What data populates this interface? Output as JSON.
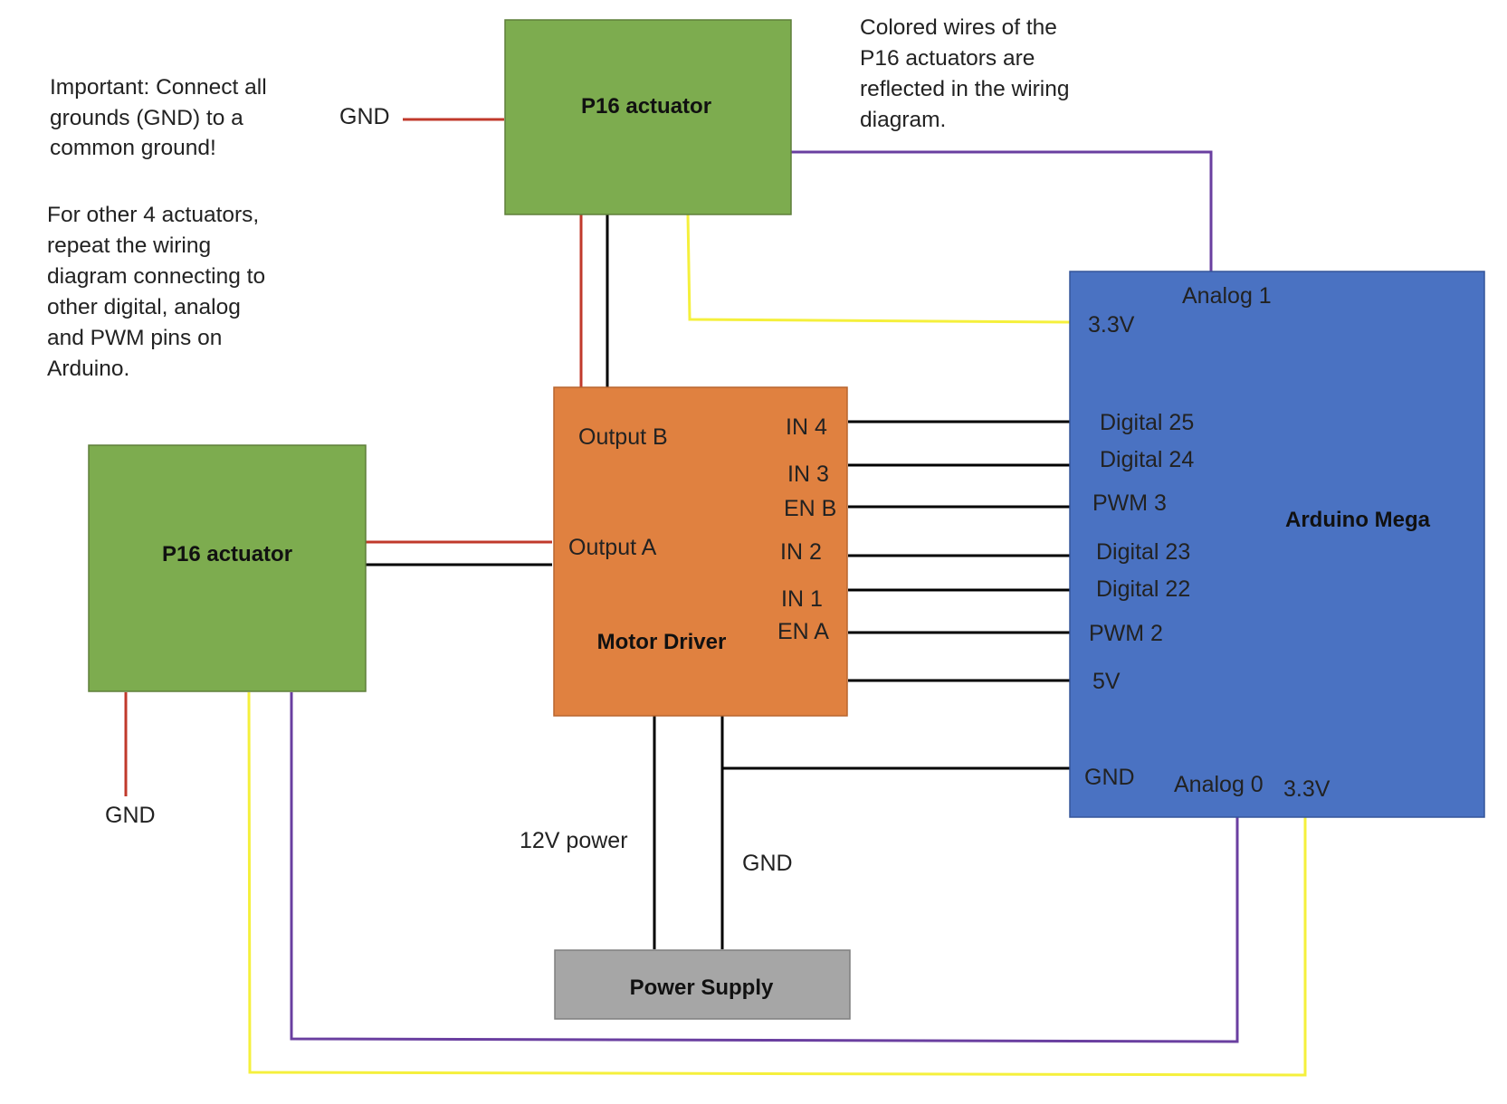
{
  "notes": {
    "important": [
      "Important: Connect all",
      "grounds (GND) to a",
      "common ground!"
    ],
    "repeat": [
      "For other 4 actuators,",
      "repeat the wiring",
      "diagram connecting to",
      "other digital, analog",
      "and PWM pins on",
      "Arduino."
    ],
    "colors": [
      "Colored wires of the",
      "P16 actuators are",
      "reflected in the wiring",
      "diagram."
    ]
  },
  "components": {
    "actuator_top": "P16 actuator",
    "actuator_left": "P16 actuator",
    "motor_driver": "Motor Driver",
    "arduino": "Arduino Mega",
    "power_supply": "Power Supply"
  },
  "motor_driver_pins": {
    "output_b": "Output B",
    "output_a": "Output A",
    "in4": "IN 4",
    "in3": "IN 3",
    "en_b": "EN B",
    "in2": "IN 2",
    "in1": "IN 1",
    "en_a": "EN A"
  },
  "arduino_pins": {
    "analog1": "Analog 1",
    "v33_top": "3.3V",
    "digital25": "Digital 25",
    "digital24": "Digital 24",
    "pwm3": "PWM 3",
    "digital23": "Digital 23",
    "digital22": "Digital 22",
    "pwm2": "PWM 2",
    "v5": "5V",
    "gnd": "GND",
    "analog0": "Analog 0",
    "v33_bottom": "3.3V"
  },
  "wire_labels": {
    "gnd_top": "GND",
    "gnd_left": "GND",
    "power_12v": "12V power",
    "gnd_power": "GND"
  },
  "colors": {
    "actuator_fill": "#7dac4f",
    "motor_driver_fill": "#e08140",
    "arduino_fill": "#4a72c2",
    "power_supply_fill": "#a6a6a6",
    "wire_red": "#c0392b",
    "wire_black": "#000000",
    "wire_yellow": "#f5f03c",
    "wire_purple": "#6a3fa0"
  }
}
